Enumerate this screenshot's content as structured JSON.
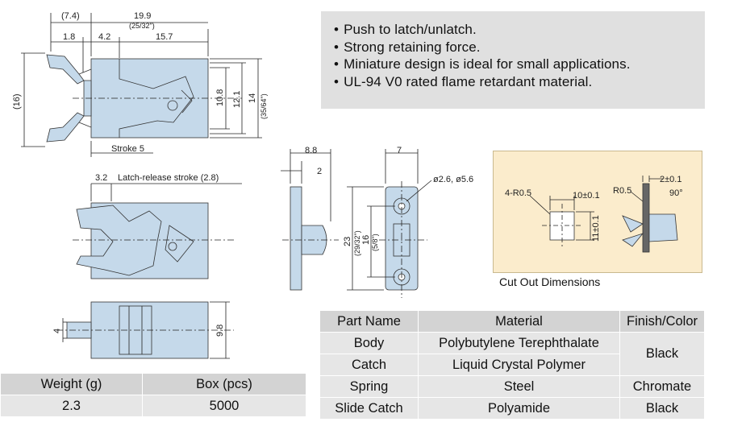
{
  "features": [
    "Push to latch/unlatch.",
    "Strong retaining force.",
    "Miniature design is ideal for small applications.",
    "UL-94 V0 rated flame retardant material."
  ],
  "drawing_labels": {
    "d_7_4": "(7.4)",
    "d_19_9": "19.9",
    "d_25_32": "(25/32\")",
    "d_1_8": "1.8",
    "d_4_2": "4.2",
    "d_15_7": "15.7",
    "d_16": "(16)",
    "d_10_8": "10.8",
    "d_12_1": "12.1",
    "d_14": "14",
    "d_35_64": "(35/64\")",
    "stroke": "Stroke 5",
    "d_3_2": "3.2",
    "latch_release": "Latch-release stroke (2.8)",
    "d_4": "4",
    "d_9_8": "9.8",
    "d_8_8": "8.8",
    "d_2": "2",
    "d_7": "7",
    "holes": "ø2.6, ø5.6",
    "d_23": "23",
    "d_29_32": "(29/32\")",
    "d_16b": "16",
    "d_5_8": "(5/8\")"
  },
  "cutout": {
    "title": "Cut Out Dimensions",
    "r_corner": "4-R0.5",
    "width": "10±0.1",
    "height": "11±0.1",
    "r_side": "R0.5",
    "gap": "2±0.1",
    "angle": "90°"
  },
  "materials_table": {
    "headers": [
      "Part Name",
      "Material",
      "Finish/Color"
    ],
    "rows": [
      {
        "part": "Body",
        "material": "Polybutylene Terephthalate",
        "finish": "Black"
      },
      {
        "part": "Catch",
        "material": "Liquid Crystal Polymer"
      },
      {
        "part": "Spring",
        "material": "Steel",
        "finish": "Chromate"
      },
      {
        "part": "Slide Catch",
        "material": "Polyamide",
        "finish": "Black"
      }
    ]
  },
  "weight_table": {
    "headers": [
      "Weight (g)",
      "Box (pcs)"
    ],
    "values": [
      "2.3",
      "5000"
    ]
  },
  "colors": {
    "part_fill": "#c5d9ea",
    "feature_bg": "#e0e0e0",
    "cutout_bg": "#fbeccc",
    "table_header": "#d3d3d3",
    "table_cell": "#e6e6e6"
  }
}
